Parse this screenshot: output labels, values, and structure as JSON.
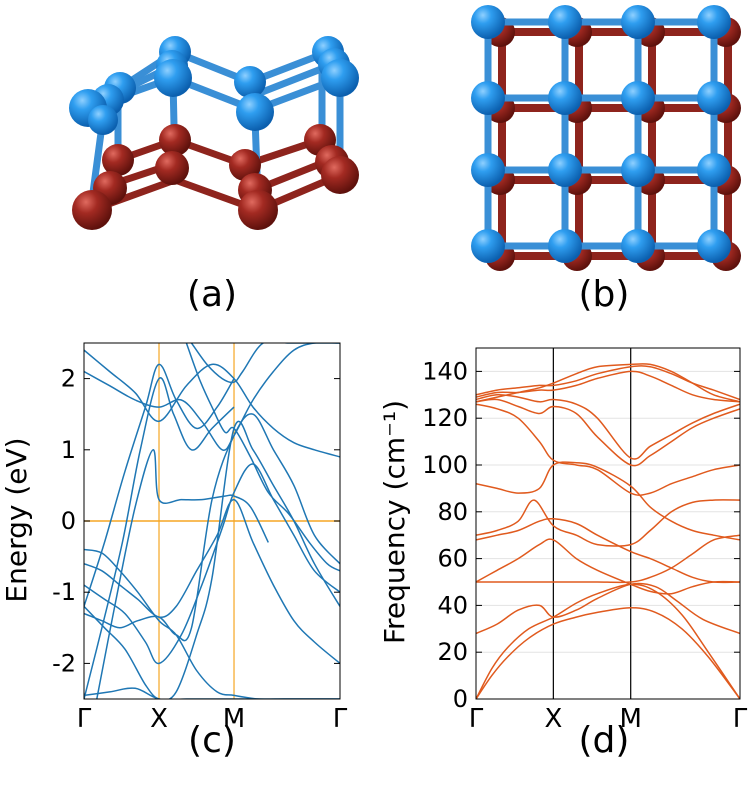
{
  "figure": {
    "panel_labels": [
      "(a)",
      "(b)",
      "(c)",
      "(d)"
    ],
    "colors": {
      "atom_blue": "#1a8fe0",
      "atom_red": "#a32a22",
      "band_line": "#1f77b4",
      "fermi_line": "#f5a623",
      "phonon_line": "#e05a1e"
    },
    "structure_a": {
      "view": "perspective side view",
      "layers": [
        "blue atom layer",
        "red atom layer"
      ]
    },
    "structure_b": {
      "view": "top view",
      "grid": "4x4 blue atoms over red atoms"
    }
  },
  "chart_data": [
    {
      "type": "line",
      "panel": "(c)",
      "xlabel": "",
      "ylabel": "Energy (eV)",
      "ylim": [
        -2.5,
        2.5
      ],
      "yticks": [
        -2,
        -1,
        0,
        1,
        2
      ],
      "ytick_labels": [
        "-2",
        "-1",
        "0",
        "1",
        "2"
      ],
      "kpath": [
        "Γ",
        "X",
        "M",
        "Γ"
      ],
      "kpos": [
        0,
        0.293,
        0.586,
        1.0
      ],
      "fermi_level": 0,
      "series": [
        {
          "x": [
            0,
            0.1,
            0.2,
            0.293,
            0.4,
            0.5,
            0.586,
            0.7,
            0.85,
            1.0
          ],
          "values": [
            -2.45,
            -2.4,
            -2.35,
            -2.5,
            -2.5,
            -2.5,
            -2.5,
            -2.5,
            -2.5,
            -2.5
          ]
        },
        {
          "x": [
            0,
            0.08,
            0.16,
            0.24,
            0.293,
            0.36,
            0.44,
            0.52,
            0.586
          ],
          "values": [
            -1.2,
            -0.3,
            0.7,
            1.6,
            2.2,
            1.7,
            1.3,
            1.6,
            2.0
          ]
        },
        {
          "x": [
            0,
            0.07,
            0.15,
            0.22,
            0.293,
            0.35,
            0.42,
            0.5,
            0.586
          ],
          "values": [
            -2.5,
            -1.5,
            -0.3,
            1.0,
            2.0,
            1.5,
            1.0,
            1.3,
            1.6
          ]
        },
        {
          "x": [
            0.05,
            0.12,
            0.2,
            0.27,
            0.293,
            0.38,
            0.46,
            0.55,
            0.586,
            0.65,
            0.72
          ],
          "values": [
            -2.5,
            -1.2,
            0.2,
            1.0,
            0.3,
            0.3,
            0.3,
            0.35,
            0.35,
            0.2,
            -0.3
          ]
        },
        {
          "x": [
            0,
            0.07,
            0.14,
            0.21,
            0.293,
            0.36,
            0.44,
            0.52,
            0.586,
            0.68,
            0.78,
            0.88,
            1.0
          ],
          "values": [
            -0.4,
            -0.45,
            -0.7,
            -1.0,
            -1.4,
            -1.6,
            -2.1,
            -2.4,
            -2.45,
            -2.5,
            -2.5,
            -2.5,
            -2.5
          ]
        },
        {
          "x": [
            0,
            0.07,
            0.14,
            0.21,
            0.293,
            0.36,
            0.44,
            0.52,
            0.586,
            0.66,
            0.74,
            0.82,
            0.9,
            1.0
          ],
          "values": [
            -0.6,
            -0.7,
            -0.9,
            -1.1,
            -1.35,
            -1.2,
            -0.7,
            -0.2,
            0.3,
            -0.3,
            -0.9,
            -1.4,
            -1.7,
            -2.0
          ]
        },
        {
          "x": [
            0,
            0.08,
            0.16,
            0.24,
            0.293,
            0.38,
            0.46,
            0.54,
            0.586,
            0.66,
            0.74,
            0.82,
            0.9,
            1.0
          ],
          "values": [
            -0.9,
            -1.1,
            -1.3,
            -1.7,
            -2.0,
            -1.6,
            -0.9,
            -0.1,
            0.4,
            0.8,
            0.3,
            -0.2,
            -0.7,
            -1.0
          ]
        },
        {
          "x": [
            0,
            0.08,
            0.16,
            0.24,
            0.293,
            0.36,
            0.44,
            0.5,
            0.586,
            0.66,
            0.74,
            0.82,
            0.9,
            1.0
          ],
          "values": [
            -1.2,
            -1.5,
            -1.8,
            -2.3,
            -2.5,
            -2.4,
            -1.6,
            -0.8,
            1.3,
            1.0,
            0.5,
            0.0,
            -0.6,
            -1.2
          ]
        },
        {
          "x": [
            0,
            0.07,
            0.14,
            0.21,
            0.293,
            0.36,
            0.42,
            0.5,
            0.586,
            0.66,
            0.74,
            0.82,
            0.9,
            1.0
          ],
          "values": [
            -1.3,
            -1.4,
            -1.5,
            -1.4,
            -1.35,
            -1.6,
            -1.5,
            0.3,
            1.2,
            1.5,
            1.0,
            0.5,
            -0.2,
            -0.6
          ]
        },
        {
          "x": [
            0,
            0.1,
            0.2,
            0.293,
            0.4,
            0.5,
            0.586,
            0.66,
            0.74,
            0.82,
            0.9,
            1.0
          ],
          "values": [
            2.4,
            2.1,
            1.8,
            1.4,
            1.9,
            2.2,
            2.0,
            1.6,
            1.3,
            1.1,
            1.0,
            0.9
          ]
        },
        {
          "x": [
            0,
            0.1,
            0.2,
            0.293,
            0.38,
            0.46,
            0.54,
            0.586,
            0.66,
            0.74,
            0.82,
            0.9,
            1.0
          ],
          "values": [
            2.1,
            1.9,
            1.7,
            1.6,
            1.7,
            1.4,
            1.0,
            1.2,
            1.7,
            2.1,
            2.4,
            2.5,
            2.5
          ]
        },
        {
          "x": [
            0.4,
            0.45,
            0.5,
            0.55,
            0.586,
            0.65,
            0.72,
            0.8,
            0.88,
            0.95,
            1.0
          ],
          "values": [
            2.5,
            2.0,
            1.6,
            1.25,
            1.3,
            0.9,
            0.4,
            0.1,
            -0.3,
            -0.6,
            -0.7
          ]
        },
        {
          "x": [
            0.42,
            0.48,
            0.54,
            0.586,
            0.62,
            0.7,
            0.8,
            0.9,
            1.0
          ],
          "values": [
            2.5,
            2.2,
            2.0,
            1.95,
            2.1,
            2.5,
            2.5,
            2.5,
            2.5
          ]
        }
      ]
    },
    {
      "type": "line",
      "panel": "(d)",
      "xlabel": "",
      "ylabel": "Frequency (cm⁻¹)",
      "ylim": [
        0,
        150
      ],
      "yticks": [
        0,
        20,
        40,
        60,
        80,
        100,
        120,
        140
      ],
      "ytick_labels": [
        "0",
        "20",
        "40",
        "60",
        "80",
        "100",
        "120",
        "140"
      ],
      "kpath": [
        "Γ",
        "X",
        "M",
        "Γ"
      ],
      "kpos": [
        0,
        0.293,
        0.586,
        1.0
      ],
      "series": [
        {
          "x": [
            0,
            0.06,
            0.12,
            0.2,
            0.293,
            0.38,
            0.46,
            0.586,
            0.68,
            0.78,
            0.88,
            1.0
          ],
          "values": [
            0,
            10,
            18,
            26,
            32,
            35,
            37,
            39,
            37,
            30,
            18,
            0
          ]
        },
        {
          "x": [
            0,
            0.06,
            0.12,
            0.2,
            0.293,
            0.38,
            0.46,
            0.586,
            0.68,
            0.78,
            0.88,
            1.0
          ],
          "values": [
            0,
            13,
            22,
            30,
            35,
            41,
            45,
            49,
            46,
            36,
            20,
            0
          ]
        },
        {
          "x": [
            0,
            0.08,
            0.16,
            0.24,
            0.293,
            0.38,
            0.46,
            0.586,
            0.68,
            0.76,
            0.86,
            1.0
          ],
          "values": [
            28,
            32,
            38,
            40,
            35,
            38,
            43,
            49,
            48,
            42,
            34,
            28
          ]
        },
        {
          "x": [
            0,
            0.08,
            0.16,
            0.24,
            0.293,
            0.38,
            0.46,
            0.586,
            0.66,
            0.74,
            0.82,
            0.9,
            1.0
          ],
          "values": [
            50,
            55,
            60,
            66,
            68,
            60,
            55,
            49,
            46,
            45,
            48,
            50,
            50
          ]
        },
        {
          "x": [
            0,
            0.08,
            0.16,
            0.24,
            0.293,
            0.38,
            0.46,
            0.586,
            0.66,
            0.74,
            0.82,
            0.9,
            1.0
          ],
          "values": [
            50,
            50,
            50,
            50,
            50,
            50,
            50,
            50,
            52,
            56,
            62,
            68,
            70
          ]
        },
        {
          "x": [
            0,
            0.08,
            0.16,
            0.24,
            0.293,
            0.38,
            0.46,
            0.586,
            0.66,
            0.74,
            0.82,
            0.9,
            1.0
          ],
          "values": [
            68,
            70,
            72,
            76,
            77,
            75,
            70,
            63,
            60,
            56,
            52,
            50,
            50
          ]
        },
        {
          "x": [
            0,
            0.08,
            0.16,
            0.22,
            0.293,
            0.38,
            0.46,
            0.586,
            0.66,
            0.74,
            0.82,
            0.9,
            1.0
          ],
          "values": [
            70,
            72,
            76,
            85,
            74,
            70,
            66,
            66,
            72,
            80,
            84,
            85,
            85
          ]
        },
        {
          "x": [
            0,
            0.08,
            0.16,
            0.24,
            0.293,
            0.38,
            0.46,
            0.586,
            0.66,
            0.74,
            0.82,
            0.9,
            1.0
          ],
          "values": [
            92,
            90,
            88,
            90,
            100,
            101,
            99,
            91,
            82,
            76,
            72,
            70,
            68
          ]
        },
        {
          "x": [
            0,
            0.08,
            0.16,
            0.24,
            0.293,
            0.38,
            0.46,
            0.586,
            0.66,
            0.74,
            0.82,
            0.9,
            1.0
          ],
          "values": [
            126,
            124,
            120,
            110,
            102,
            100,
            98,
            88,
            88,
            92,
            95,
            98,
            100
          ]
        },
        {
          "x": [
            0,
            0.08,
            0.16,
            0.24,
            0.293,
            0.38,
            0.46,
            0.586,
            0.66,
            0.74,
            0.82,
            0.9,
            1.0
          ],
          "values": [
            127,
            128,
            125,
            122,
            125,
            122,
            112,
            100,
            104,
            110,
            116,
            120,
            124
          ]
        },
        {
          "x": [
            0,
            0.08,
            0.16,
            0.24,
            0.293,
            0.38,
            0.46,
            0.586,
            0.66,
            0.74,
            0.82,
            0.9,
            1.0
          ],
          "values": [
            128,
            130,
            129,
            127,
            128,
            126,
            120,
            103,
            108,
            113,
            118,
            122,
            126
          ]
        },
        {
          "x": [
            0,
            0.08,
            0.16,
            0.24,
            0.293,
            0.38,
            0.46,
            0.586,
            0.66,
            0.74,
            0.82,
            0.9,
            1.0
          ],
          "values": [
            129,
            131,
            131,
            132,
            132,
            134,
            137,
            140,
            138,
            134,
            130,
            128,
            127
          ]
        },
        {
          "x": [
            0,
            0.08,
            0.16,
            0.24,
            0.293,
            0.38,
            0.46,
            0.586,
            0.66,
            0.74,
            0.82,
            0.9,
            1.0
          ],
          "values": [
            130,
            132,
            133,
            134,
            134,
            136,
            139,
            142,
            142,
            139,
            135,
            132,
            128
          ]
        },
        {
          "x": [
            0,
            0.08,
            0.16,
            0.24,
            0.293,
            0.38,
            0.46,
            0.586,
            0.66,
            0.74,
            0.82,
            0.9,
            1.0
          ],
          "values": [
            127,
            129,
            131,
            133,
            135,
            139,
            142,
            143,
            143,
            140,
            135,
            130,
            127
          ]
        }
      ]
    }
  ]
}
